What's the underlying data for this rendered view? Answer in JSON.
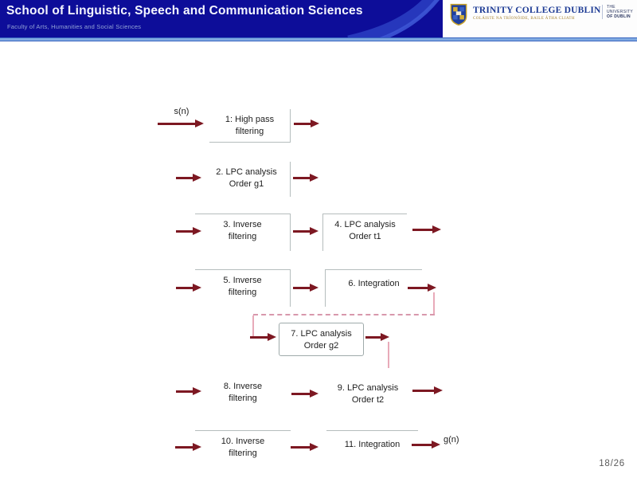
{
  "header": {
    "title": "School of Linguistic, Speech and Communication Sciences",
    "subtitle": "Faculty of Arts, Humanities and Social Sciences",
    "logo": {
      "institution": "TRINITY COLLEGE DUBLIN",
      "institution_irish": "COLÁISTE NA TRÍONÓIDE, BAILE ÁTHA CLIATH",
      "university_line1": "THE",
      "university_line2": "UNIVERSITY",
      "university_line3": "OF DUBLIN"
    },
    "colors": {
      "bar_blue": "#0d0d99",
      "accent_line_blue": "#7fa9e0",
      "logo_blue": "#1c3a94",
      "logo_gold": "#a5812e"
    }
  },
  "diagram": {
    "title_implied": "Iterative adaptive inverse filtering block diagram",
    "input_label": "s(n)",
    "output_label": "g(n)",
    "arrow_color": "#7d1822",
    "feedback_line_color": "#d898ac",
    "boxes": [
      {
        "id": "1",
        "label": "1: High pass\nfiltering"
      },
      {
        "id": "2",
        "label": "2. LPC analysis\nOrder g1"
      },
      {
        "id": "3",
        "label": "3. Inverse\nfiltering"
      },
      {
        "id": "4",
        "label": "4. LPC analysis\nOrder t1"
      },
      {
        "id": "5",
        "label": "5. Inverse\nfiltering"
      },
      {
        "id": "6",
        "label": "6. Integration"
      },
      {
        "id": "7",
        "label": "7. LPC analysis\nOrder g2"
      },
      {
        "id": "8",
        "label": "8. Inverse\nfiltering"
      },
      {
        "id": "9",
        "label": "9. LPC analysis\nOrder t2"
      },
      {
        "id": "10",
        "label": "10. Inverse\nfiltering"
      },
      {
        "id": "11",
        "label": "11. Integration"
      }
    ]
  },
  "footer": {
    "page_indicator": "18/26"
  }
}
